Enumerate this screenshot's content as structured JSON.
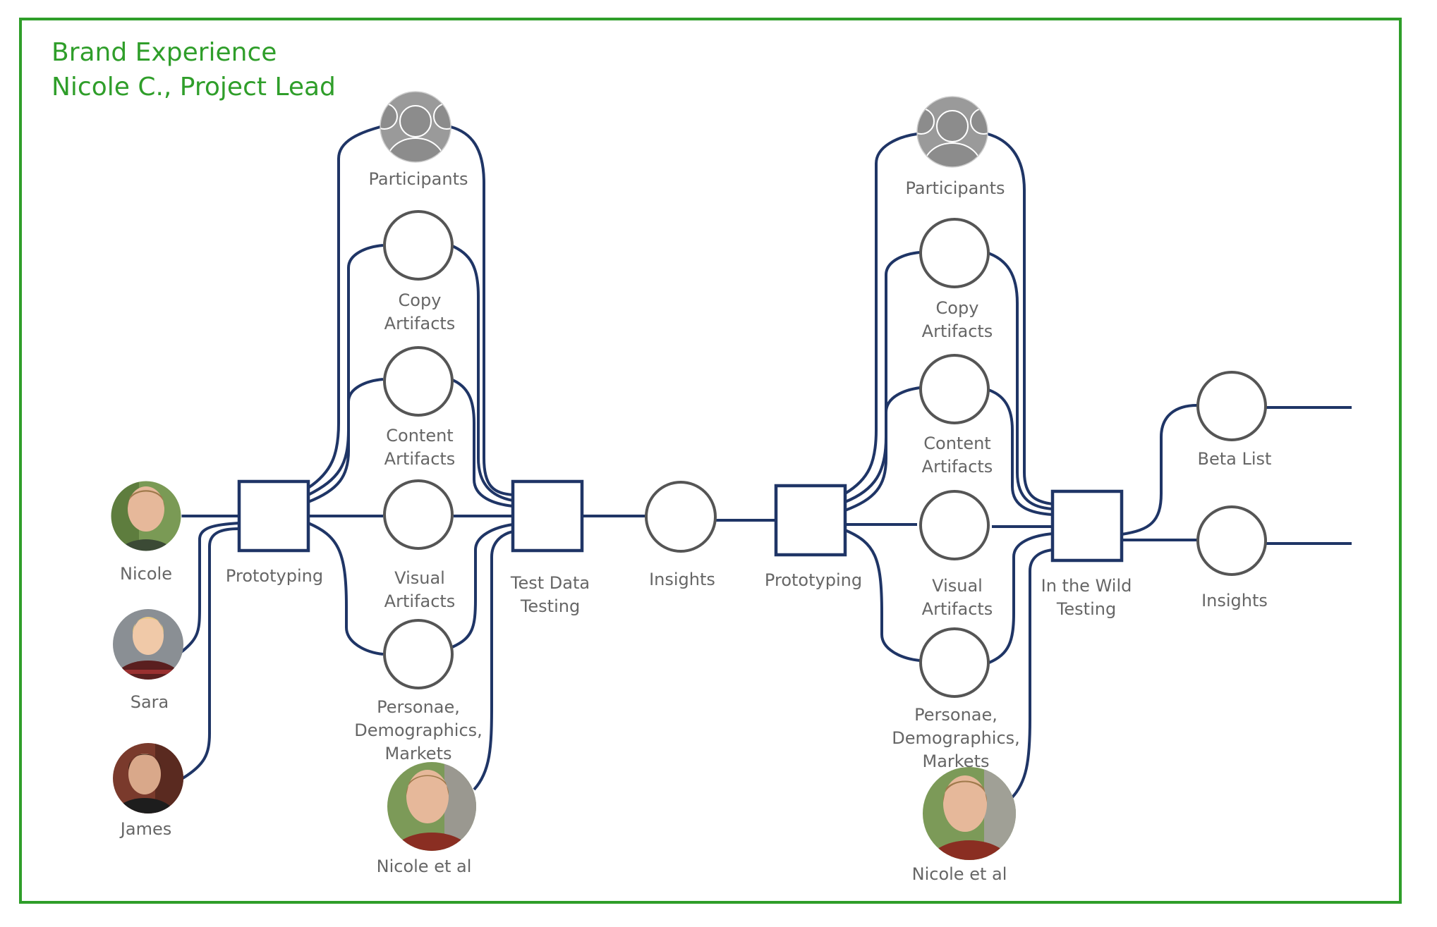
{
  "header": {
    "line1": "Brand Experience",
    "line2": "Nicole C., Project Lead"
  },
  "people": {
    "nicole": "Nicole",
    "sara": "Sara",
    "james": "James",
    "nicole_et_al_1": "Nicole et al",
    "nicole_et_al_2": "Nicole et al"
  },
  "stage1": {
    "prototyping": "Prototyping",
    "participants": "Participants",
    "copy": [
      "Copy",
      "Artifacts"
    ],
    "content": [
      "Content",
      "Artifacts"
    ],
    "visual": [
      "Visual",
      "Artifacts"
    ],
    "personae": [
      "Personae,",
      "Demographics,",
      "Markets"
    ],
    "testing": [
      "Test Data",
      "Testing"
    ],
    "insights": "Insights"
  },
  "stage2": {
    "prototyping": "Prototyping",
    "participants": "Participants",
    "copy": [
      "Copy",
      "Artifacts"
    ],
    "content": [
      "Content",
      "Artifacts"
    ],
    "visual": [
      "Visual",
      "Artifacts"
    ],
    "personae": [
      "Personae,",
      "Demographics,",
      "Markets"
    ],
    "testing": [
      "In the Wild",
      "Testing"
    ],
    "beta_list": "Beta List",
    "insights": "Insights"
  },
  "colors": {
    "frame": "#2f9e2a",
    "edge": "#1f3566",
    "node_stroke": "#555555",
    "label": "#666666",
    "participants_fill": "#9a9a9a"
  }
}
